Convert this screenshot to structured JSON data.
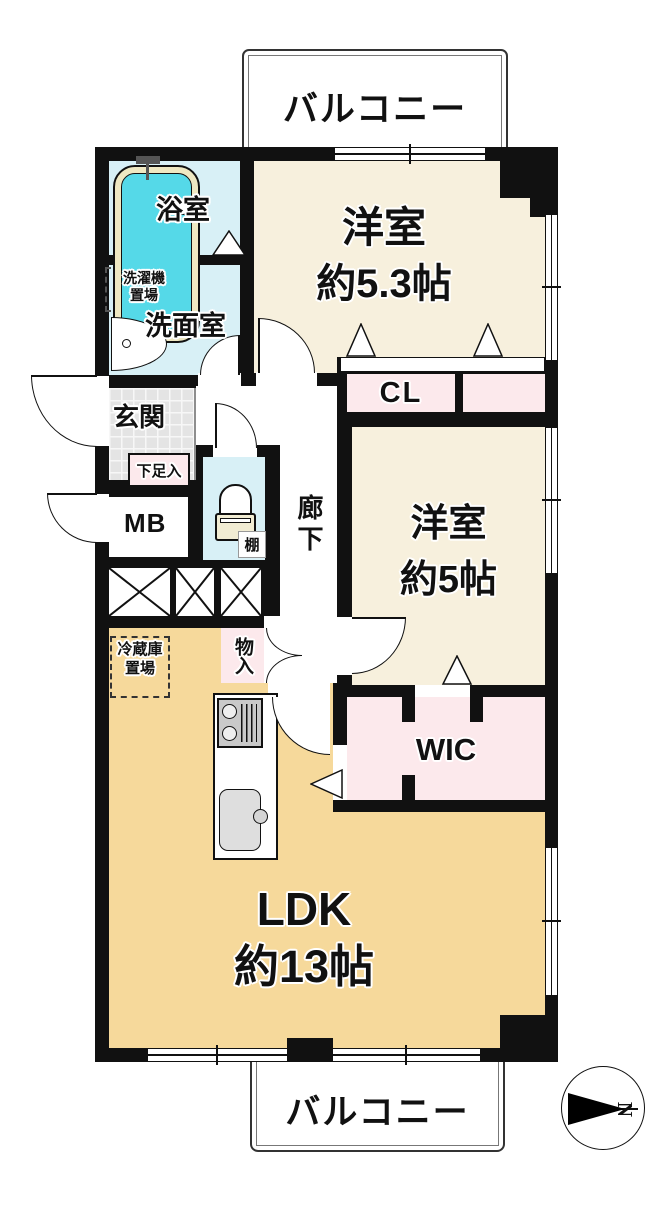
{
  "colors": {
    "wall": "#111111",
    "aqua": "#d8f0f6",
    "cream": "#f7f0dd",
    "tan": "#f6d99b",
    "pink": "#fce9ec",
    "gray": "#e4e4e4",
    "tub_rim": "#efe8c2",
    "tub_water": "#55d9e8"
  },
  "balcony_top": {
    "label": "バルコニー"
  },
  "balcony_bottom": {
    "label": "バルコニー"
  },
  "rooms": {
    "bathroom": {
      "label": "浴室"
    },
    "laundry": {
      "line1": "洗濯機",
      "line2": "置場"
    },
    "washroom": {
      "label": "洗面室"
    },
    "bedroom1": {
      "line1": "洋室",
      "line2": "約5.3帖"
    },
    "closet_cl": {
      "label": "CL"
    },
    "entrance": {
      "label": "玄関"
    },
    "shoe_cabinet": {
      "label": "下足入"
    },
    "meter_box": {
      "label": "MB"
    },
    "toilet_shelf": {
      "label": "棚"
    },
    "corridor": {
      "label": "廊下"
    },
    "bedroom2": {
      "line1": "洋室",
      "line2": "約5帖"
    },
    "refrigerator": {
      "line1": "冷蔵庫",
      "line2": "置場"
    },
    "storage": {
      "label": "物入"
    },
    "wic": {
      "label": "WIC"
    },
    "ldk": {
      "line1": "LDK",
      "line2": "約13帖"
    }
  },
  "compass": {
    "north_label": "N"
  }
}
